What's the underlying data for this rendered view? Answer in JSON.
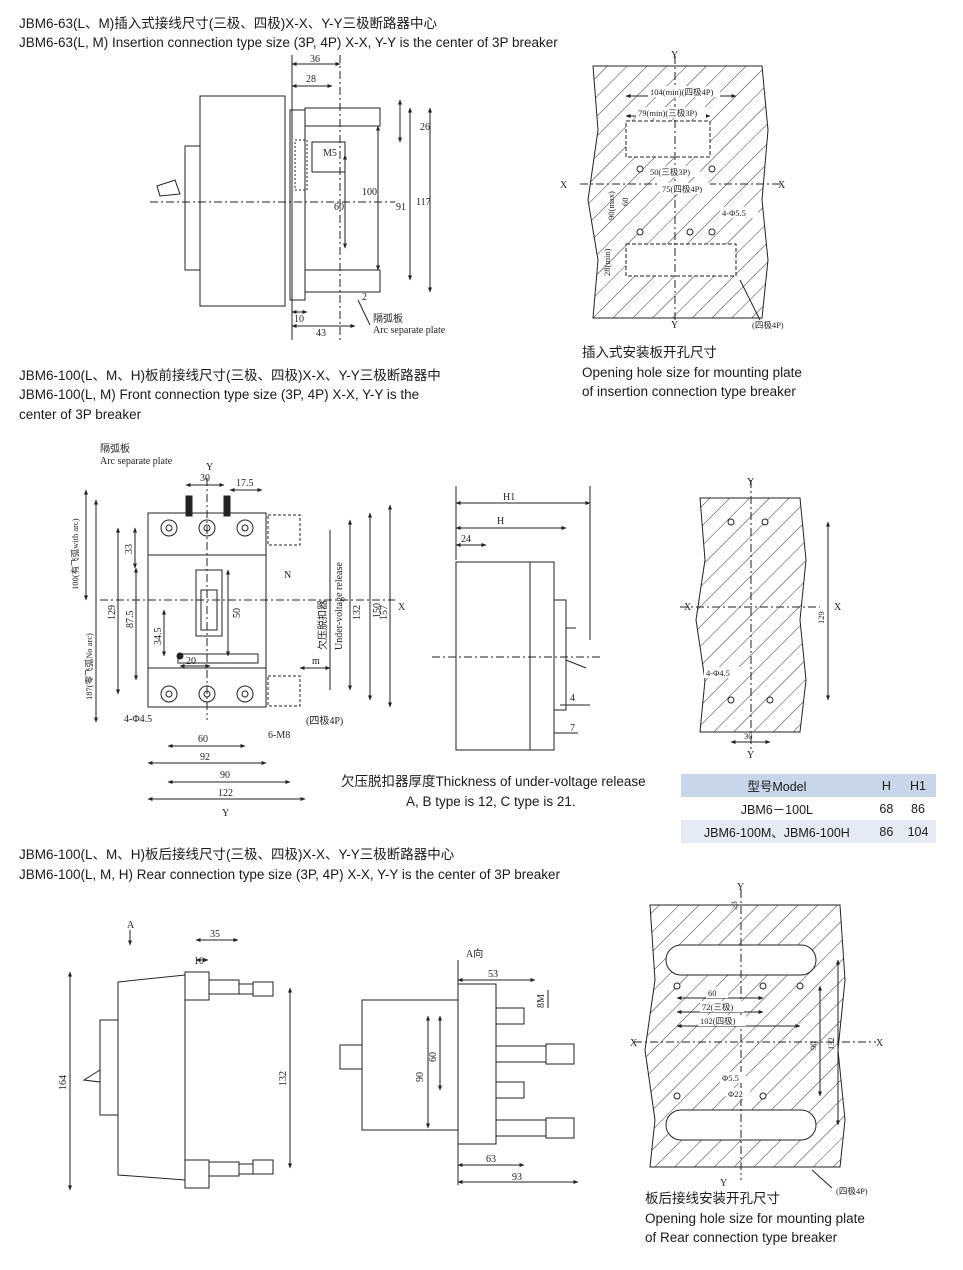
{
  "section1": {
    "title_cn": "JBM6-63(L、M)插入式接线尺寸(三极、四极)X-X、Y-Y三极断路器中心",
    "title_en": "JBM6-63(L, M) Insertion connection type size (3P, 4P) X-X, Y-Y is the center of 3P breaker",
    "dims": [
      "36",
      "28",
      "26",
      "M5",
      "60",
      "100",
      "91",
      "117",
      "2",
      "10",
      "43"
    ],
    "arc_cn": "隔弧板",
    "arc_en": "Arc separate plate",
    "plate": {
      "dims": [
        "104(min)(四极4P)",
        "79(min)(三极3P)",
        "50(三极3P)",
        "75(四极4P)",
        "90(max)",
        "60",
        "28(min)",
        "4-Φ5.5",
        "(四极4P)"
      ],
      "axes": [
        "X",
        "X",
        "Y",
        "Y"
      ],
      "caption_cn": "插入式安装板开孔尺寸",
      "caption_en1": "Opening hole size for mounting plate",
      "caption_en2": "of insertion connection type breaker"
    }
  },
  "section2": {
    "title_cn": "JBM6-100(L、M、H)板前接线尺寸(三极、四极)X-X、Y-Y三极断路器中",
    "title_en1": "JBM6-100(L, M) Front connection type size (3P, 4P) X-X, Y-Y is the",
    "title_en2": "center of 3P breaker",
    "arc_cn": "隔弧板",
    "arc_en": "Arc separate plate",
    "dims": [
      "30",
      "17.5",
      "33",
      "129",
      "87.5",
      "50",
      "34.5",
      "20",
      "132",
      "150",
      "157",
      "60",
      "92",
      "90",
      "122",
      "4-Φ4.5",
      "6-M8",
      "(四极4P)",
      "N",
      "m"
    ],
    "side_labels": [
      "100(有飞弧with arc)",
      "187(零飞弧No arc)"
    ],
    "uv_cn": "欠压脱扣器",
    "uv_en": "Under-voltage release",
    "axes": [
      "Y",
      "Y",
      "X"
    ],
    "side_dims": [
      "H1",
      "H",
      "24",
      "4",
      "7"
    ],
    "plate_dims": [
      "129",
      "4-Φ4.5",
      "30"
    ],
    "plate_axes": [
      "Y",
      "Y",
      "X",
      "X"
    ],
    "note1": "欠压脱扣器厚度Thickness of under-voltage release",
    "note2": "A, B type is 12,  C type is 21.",
    "table": {
      "headers": [
        "型号Model",
        "H",
        "H1"
      ],
      "rows": [
        [
          "JBM6－100L",
          "68",
          "86"
        ],
        [
          "JBM6-100M、JBM6-100H",
          "86",
          "104"
        ]
      ]
    }
  },
  "section3": {
    "title_cn": "JBM6-100(L、M、H)板后接线尺寸(三极、四极)X-X、Y-Y三极断路器中心",
    "title_en": "JBM6-100(L, M, H) Rear connection type size (3P, 4P) X-X, Y-Y is the center of 3P breaker",
    "dims": [
      "A",
      "35",
      "10",
      "164",
      "132"
    ],
    "view_label": "A向",
    "mid_dims": [
      "53",
      "8M",
      "60",
      "90",
      "63",
      "93"
    ],
    "plate_dims": [
      "≥3",
      "60",
      "72(三极)",
      "102(四极)",
      "90",
      "132",
      "Φ5.5",
      "Φ22",
      "(四极4P)"
    ],
    "plate_axes": [
      "Y",
      "Y",
      "X",
      "X"
    ],
    "caption_cn": "板后接线安装开孔尺寸",
    "caption_en1": "Opening hole size for mounting plate",
    "caption_en2": "of Rear connection type breaker"
  }
}
